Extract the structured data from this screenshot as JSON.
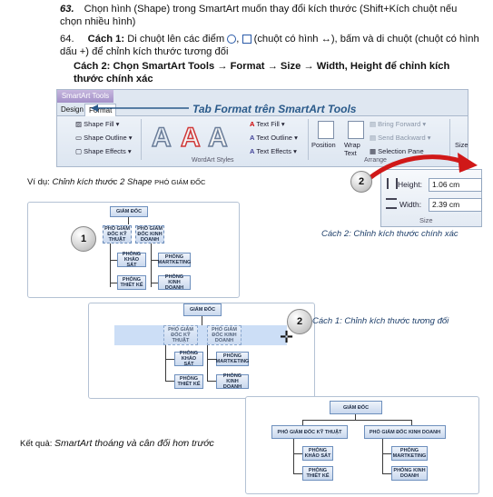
{
  "steps": {
    "s63_num": "63.",
    "s63_text": "Chọn hình (Shape) trong SmartArt muốn thay đổi kích thước (Shift+Kích chuột nếu chọn nhiều hình)",
    "s64_num": "64.",
    "s64_c1_label": "Cách 1:",
    "s64_c1_text_a": "Di chuột lên các điểm",
    "s64_c1_text_b": "(chuột có hình",
    "s64_c1_text_c": "), bấm và di chuột (chuột có hình dấu +) để chỉnh kích thước tương đối",
    "s64_c2_label": "Cách 2: Chọn SmartArt Tools",
    "s64_c2_text": "Format",
    "s64_c2_text2": "Size",
    "s64_c2_text3": "Width, Height để chỉnh kích thước chính xác",
    "arrow": "→",
    "lr_arrow": "↔"
  },
  "ribbon": {
    "context_title": "SmartArt Tools",
    "tab_design": "Design",
    "tab_format": "Format",
    "callout": "Tab Format trên SmartArt Tools",
    "shape_fill": "Shape Fill",
    "shape_outline": "Shape Outline",
    "shape_effects": "Shape Effects",
    "text_fill": "Text Fill",
    "text_outline": "Text Outline",
    "text_effects": "Text Effects",
    "wordart_styles": "WordArt Styles",
    "position": "Position",
    "wrap_text": "Wrap Text",
    "bring_forward": "Bring Forward",
    "send_backward": "Send Backward",
    "selection_pane": "Selection Pane",
    "arrange": "Arrange",
    "size_short": "Size"
  },
  "size_popup": {
    "height_label": "Height:",
    "height_value": "1.06 cm",
    "width_label": "Width:",
    "width_value": "2.39 cm",
    "group_label": "Size"
  },
  "labels": {
    "example": "Ví dụ:",
    "example_italic": "Chỉnh kích thước 2 Shape",
    "example_caps": "PHÓ GIÁM ĐỐC",
    "method2": "Cách 2: Chỉnh kích thước chính xác",
    "method1": "Cách 1: Chỉnh kích thước tương đối",
    "result_prefix": "Kết quả:",
    "result_text": "SmartArt thoáng và cân đối hơn trước"
  },
  "badges": {
    "one": "1",
    "two": "2"
  },
  "org": {
    "gd": "GIÁM ĐỐC",
    "pgd_kt": "PHÓ GIÁM ĐỐC KỸ THUẬT",
    "pgd_kd": "PHÓ GIÁM ĐỐC KINH DOANH",
    "p_ks": "PHÒNG KHẢO SÁT",
    "p_tk": "PHÒNG THIẾT KẾ",
    "p_mk": "PHÒNG MARTKETING",
    "p_kd": "PHÒNG KINH DOANH"
  },
  "colors": {
    "callout": "#2a5a8a",
    "arrow_red": "#d01818",
    "node_border": "#6d8fbd"
  }
}
